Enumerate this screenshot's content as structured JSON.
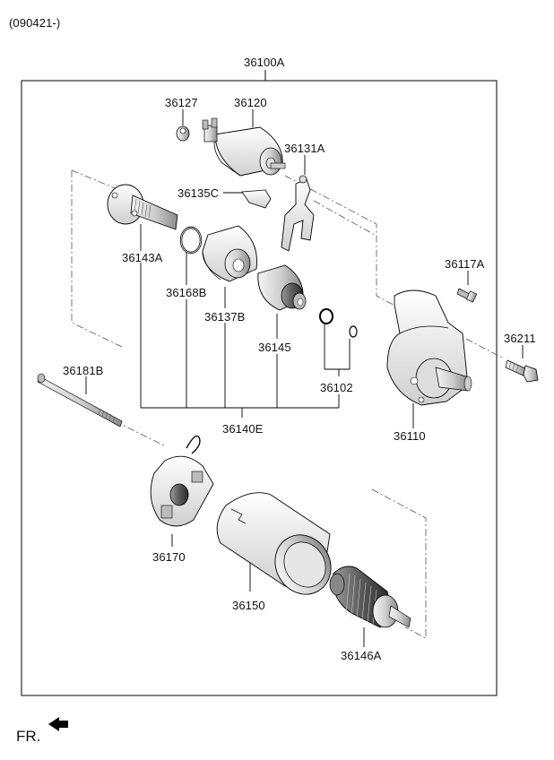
{
  "header": {
    "date_range": "(090421-)"
  },
  "assembly": {
    "code": "36100A"
  },
  "callouts": {
    "p36127": "36127",
    "p36120": "36120",
    "p36131A": "36131A",
    "p36135C": "36135C",
    "p36143A": "36143A",
    "p36168B": "36168B",
    "p36137B": "36137B",
    "p36145": "36145",
    "p36117A": "36117A",
    "p36211": "36211",
    "p36102": "36102",
    "p36110": "36110",
    "p36181B": "36181B",
    "p36140E": "36140E",
    "p36170": "36170",
    "p36150": "36150",
    "p36146A": "36146A"
  },
  "orientation": {
    "label": "FR."
  }
}
